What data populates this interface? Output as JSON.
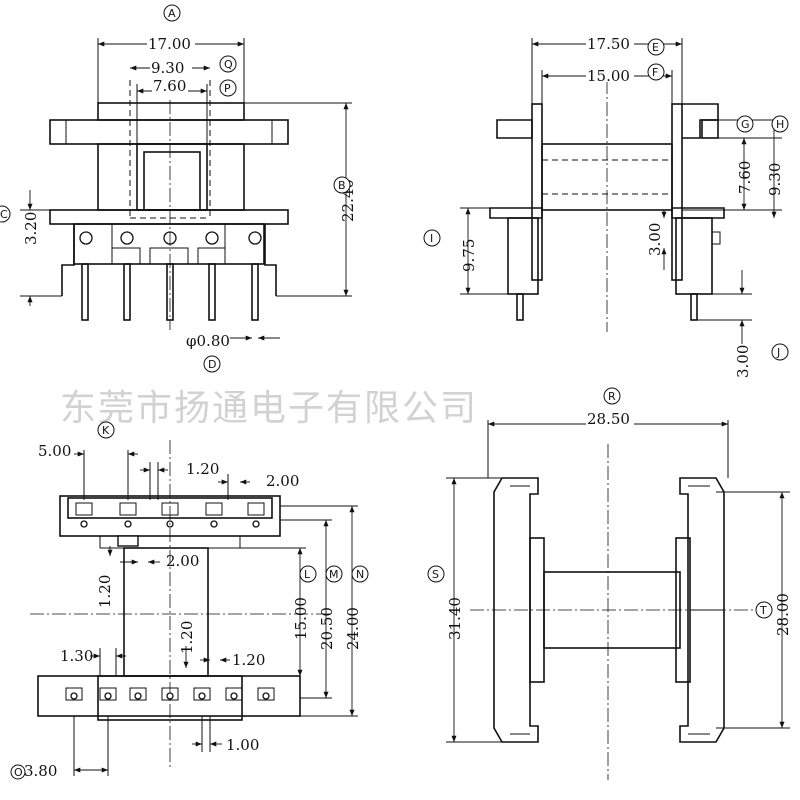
{
  "watermark": "东莞市扬通电子有限公司",
  "callouts": {
    "A": "A",
    "B": "B",
    "C": "C",
    "D": "D",
    "E": "E",
    "F": "F",
    "G": "G",
    "H": "H",
    "I": "I",
    "J": "J",
    "K": "K",
    "L": "L",
    "M": "M",
    "N": "N",
    "O": "O",
    "P": "P",
    "Q": "Q",
    "R": "R",
    "S": "S",
    "T": "T"
  },
  "front_view": {
    "width_overall": "17.00",
    "width_inner": "9.30",
    "width_core": "7.60",
    "height_overall": "22.40",
    "height_base": "3.20",
    "pin_diameter": "φ0.80"
  },
  "side_view": {
    "width_overall": "17.50",
    "width_winding": "15.00",
    "core_height": "7.60",
    "flange_height": "9.30",
    "pin_height": "9.75",
    "step_height": "3.00",
    "pin_length": "3.00"
  },
  "bottom_view": {
    "pitch_top": "5.00",
    "slot_width": "1.20",
    "edge_offset": "2.00",
    "inner_gap": "2.00",
    "left_gap": "1.20",
    "dim_l": "15.00",
    "dim_m": "20.50",
    "dim_n": "24.00",
    "bottom_offset": "1.30",
    "mid_gap": "1.20",
    "right_gap": "1.20",
    "pin_step": "1.00",
    "pin_pitch_bottom": "3.80"
  },
  "top_view": {
    "width_overall": "28.50",
    "height_overall": "31.40",
    "height_inner": "28.00"
  }
}
